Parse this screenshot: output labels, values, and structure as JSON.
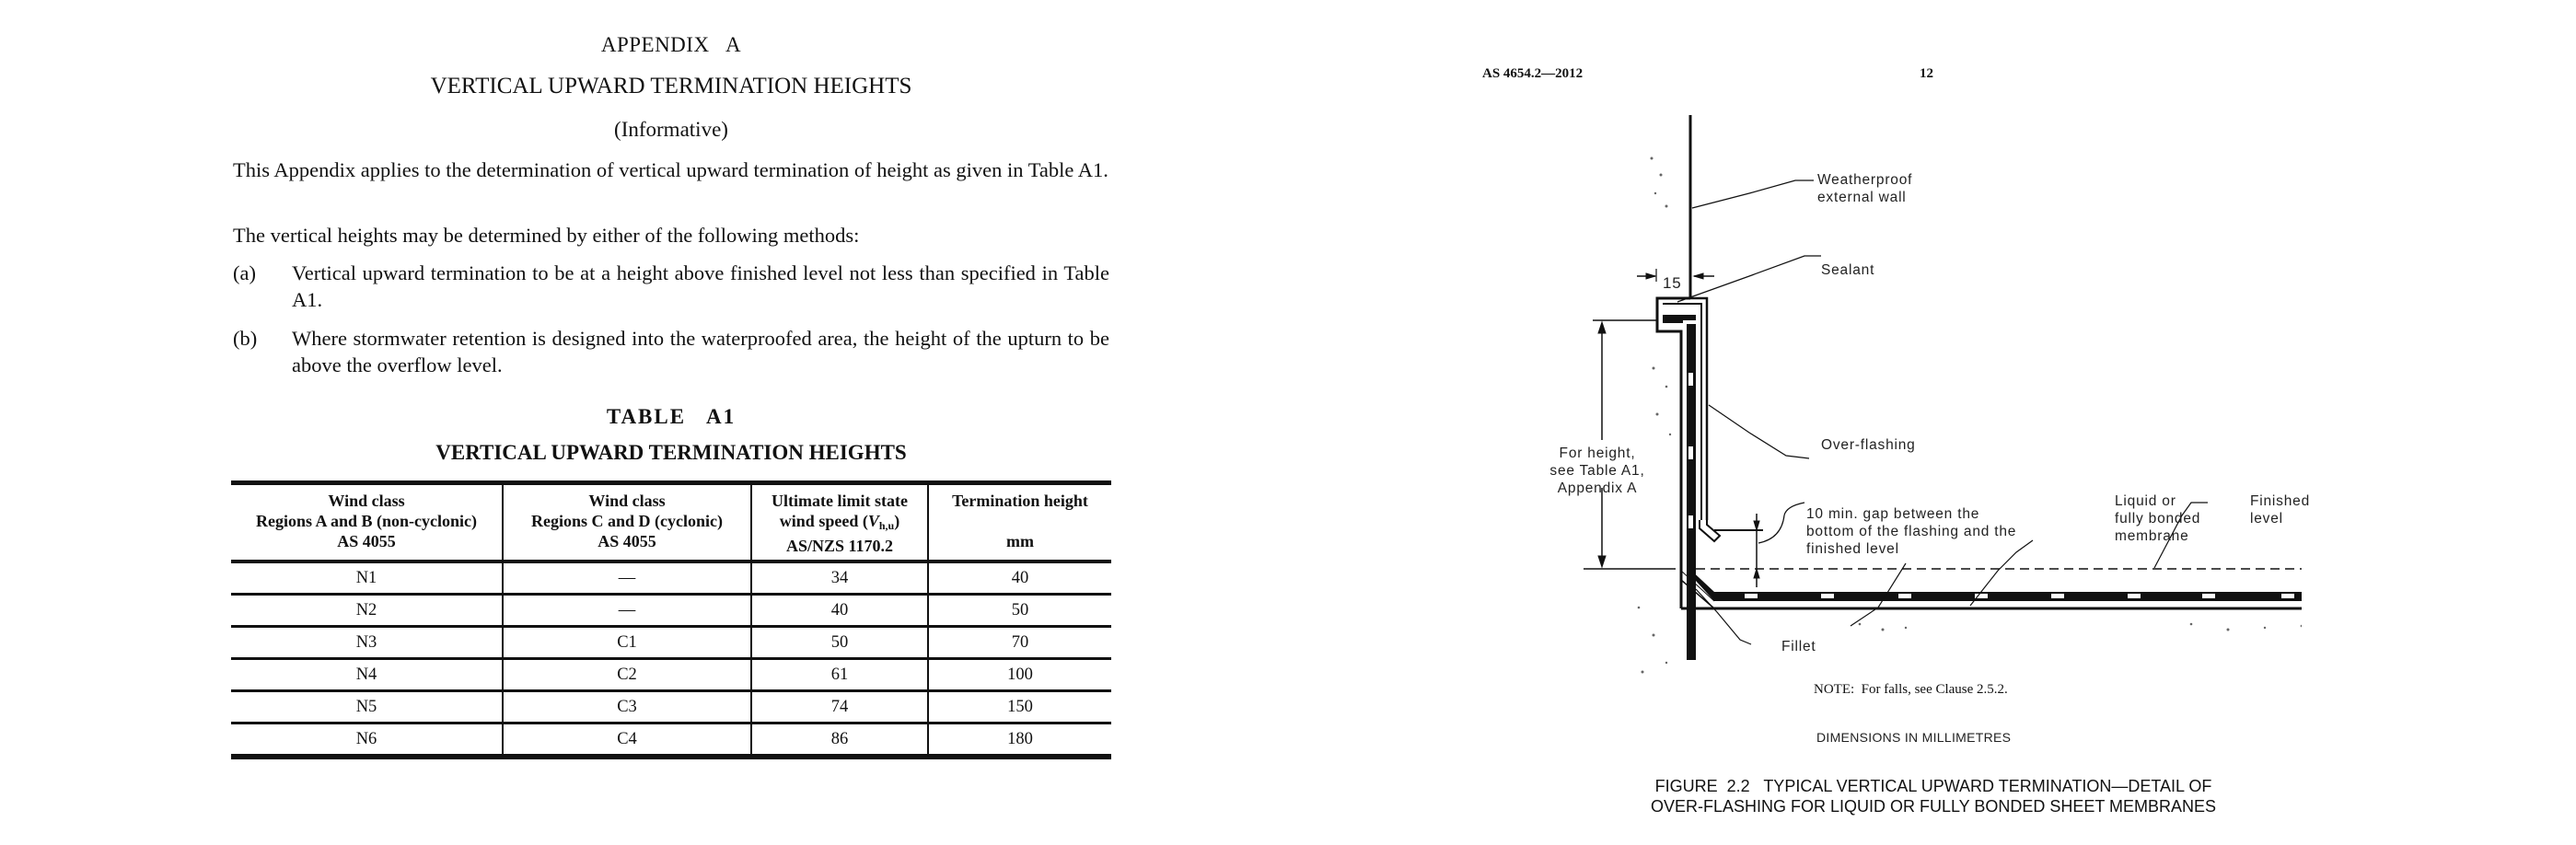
{
  "left_page": {
    "appendix_label": "APPENDIX   A",
    "title": "VERTICAL UPWARD TERMINATION HEIGHTS",
    "subtitle": "(Informative)",
    "paragraphs": [
      "This Appendix applies to the determination of vertical upward termination of height as given in Table A1.",
      "The vertical heights may be determined by either of the following methods:"
    ],
    "items": [
      {
        "label": "(a)",
        "text": "Vertical upward termination to be at a height above finished level not less than specified in Table A1."
      },
      {
        "label": "(b)",
        "text": "Where stormwater retention is designed into the waterproofed area, the height of the upturn to be above the overflow level."
      }
    ],
    "table": {
      "label": "TABLE   A1",
      "title": "VERTICAL UPWARD TERMINATION HEIGHTS",
      "headers": [
        {
          "line1": "Wind class",
          "line2": "Regions A and B (non-cyclonic)",
          "line3": "AS 4055"
        },
        {
          "line1": "Wind class",
          "line2": "Regions C and D (cyclonic)",
          "line3": "AS 4055"
        },
        {
          "line1": "Ultimate limit state",
          "line2_prefix": "wind speed (",
          "line2_var": "V",
          "line2_sub": "h,u",
          "line2_suffix": ")",
          "line3": "AS/NZS 1170.2"
        },
        {
          "line1": "Termination height",
          "line2": "",
          "line3": "mm"
        }
      ],
      "rows": [
        [
          "N1",
          "—",
          "34",
          "40"
        ],
        [
          "N2",
          "—",
          "40",
          "50"
        ],
        [
          "N3",
          "C1",
          "50",
          "70"
        ],
        [
          "N4",
          "C2",
          "61",
          "100"
        ],
        [
          "N5",
          "C3",
          "74",
          "150"
        ],
        [
          "N6",
          "C4",
          "86",
          "180"
        ]
      ]
    }
  },
  "right_page": {
    "doc_id": "AS 4654.2—2012",
    "page_number": "12",
    "figure": {
      "labels": {
        "wall": [
          "Weatherproof",
          "external wall"
        ],
        "sealant": "Sealant",
        "dimension_15": "15",
        "over_flashing": "Over-flashing",
        "height_note": [
          "For height,",
          "see Table A1,",
          "Appendix A"
        ],
        "gap_note": [
          "10 min. gap between the",
          "bottom of the flashing and the",
          "finished level"
        ],
        "membrane": [
          "Liquid or",
          "fully bonded",
          "membrane"
        ],
        "finished_level": [
          "Finished",
          "level"
        ],
        "fillet": "Fillet"
      },
      "note": "NOTE:  For falls, see Clause 2.5.2.",
      "dimensions_note": "DIMENSIONS IN MILLIMETRES",
      "caption": [
        "FIGURE  2.2   TYPICAL VERTICAL UPWARD TERMINATION—DETAIL OF",
        "OVER-FLASHING FOR LIQUID OR FULLY BONDED SHEET MEMBRANES"
      ]
    }
  }
}
